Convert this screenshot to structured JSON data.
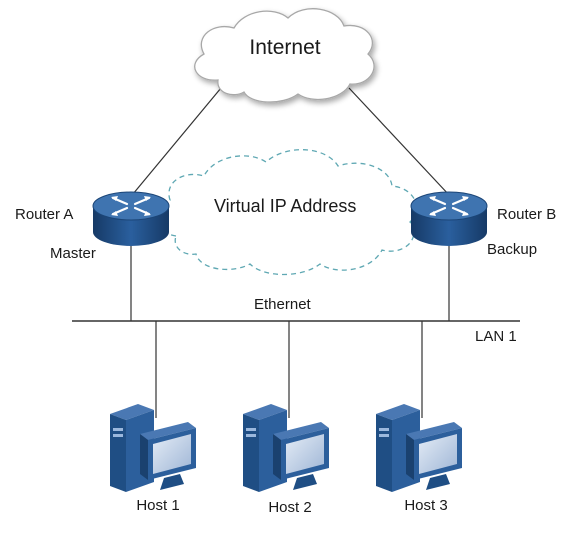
{
  "internet": {
    "label": "Internet"
  },
  "virtual_ip": {
    "label": "Virtual IP Address"
  },
  "router_a": {
    "name": "Router A",
    "role": "Master"
  },
  "router_b": {
    "name": "Router B",
    "role": "Backup"
  },
  "network": {
    "ethernet_label": "Ethernet",
    "lan_label": "LAN 1"
  },
  "hosts": [
    {
      "label": "Host 1"
    },
    {
      "label": "Host 2"
    },
    {
      "label": "Host 3"
    }
  ],
  "colors": {
    "router_body": "#1f4e84",
    "router_top": "#3f74b0",
    "pc_body": "#1f4e84",
    "pc_screen": "#c8d6ea",
    "cloud_stroke": "#aaaaaa",
    "virtual_cloud_stroke": "#5fa8b3",
    "line": "#333333"
  }
}
